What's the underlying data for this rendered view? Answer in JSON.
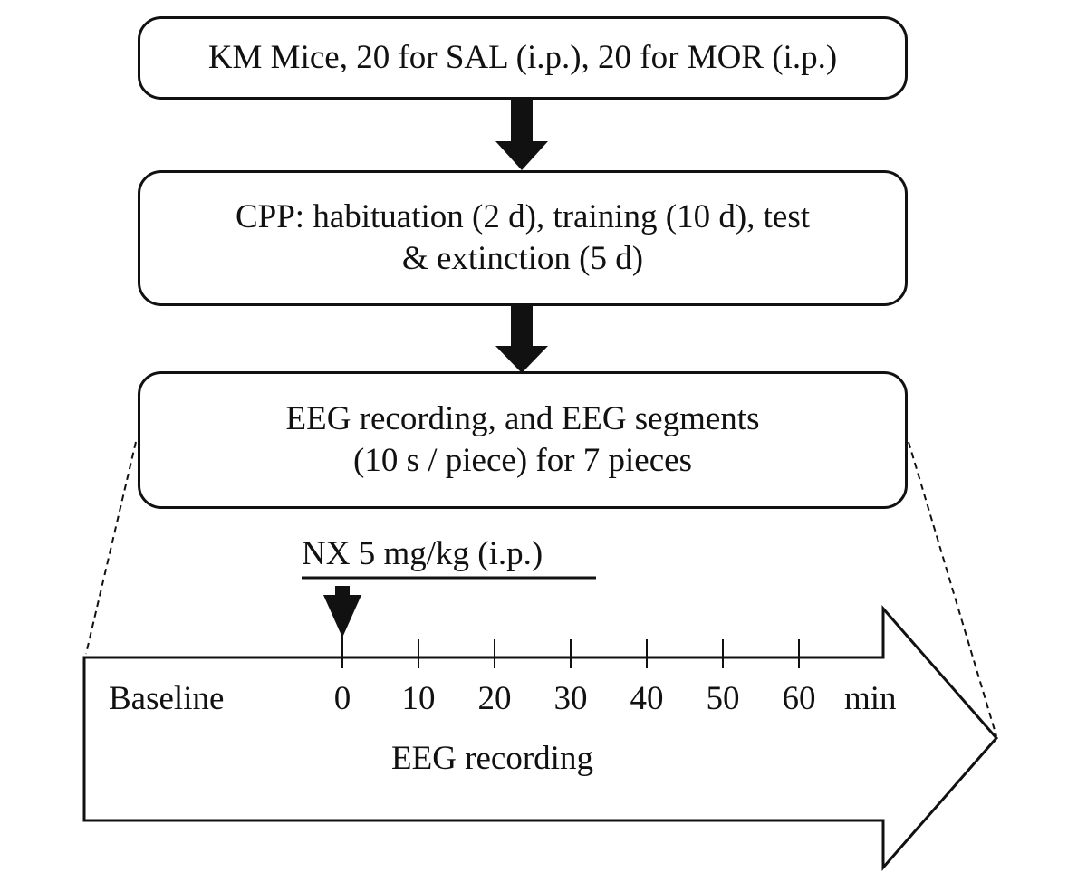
{
  "boxes": {
    "mice": "KM Mice, 20 for SAL (i.p.), 20 for MOR (i.p.)",
    "cpp_line1": "CPP: habituation (2 d), training (10 d), test",
    "cpp_line2": "& extinction (5 d)",
    "eeg_line1": "EEG recording, and EEG segments",
    "eeg_line2": "(10 s / piece) for 7 pieces"
  },
  "timeline": {
    "injection_label": "NX 5 mg/kg (i.p.)",
    "baseline_label": "Baseline",
    "recording_label": "EEG recording",
    "unit_label": "min",
    "ticks": [
      "0",
      "10",
      "20",
      "30",
      "40",
      "50",
      "60"
    ]
  }
}
